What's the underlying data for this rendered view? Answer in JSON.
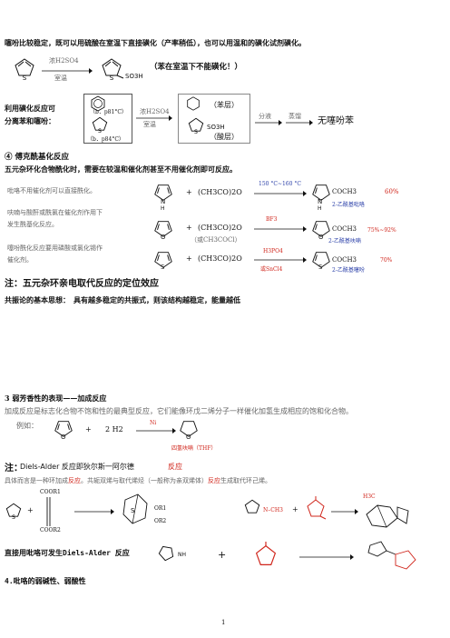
{
  "thiophene": {
    "intro": "噻吩比较稳定，既可以用硫酸在室温下直接磺化（产率稍低），也可以用温和的磺化试剂磺化。",
    "reagent_top": "浓H2SO4",
    "reagent_bottom": "室温",
    "product_label": "SO3H",
    "benzene_note": "（苯在室温下不能磺化！）",
    "sep_title_line1": "利用磺化反应可",
    "sep_title_line2": "分离苯和噻吩：",
    "bp_benzene": "（b．p81°C）",
    "bp_thiophene": "（b．p84°C）",
    "sep_reagent_top": "浓H2SO4",
    "sep_reagent_bottom": "室温",
    "layer_benzene": "（苯层）",
    "layer_acid": "（酸层）",
    "step_separate": "分液",
    "step_distill": "蒸馏",
    "result": "无噻吩苯"
  },
  "friedel_crafts": {
    "heading": "④ 傅克酰基化反应",
    "intro": "五元杂环化合物酰化时，需要在较温和催化剂甚至不用催化剂即可反应。",
    "note1": "吡咯不用催化剂可以直接酰化。",
    "note2_line1": "呋喃与酸酐或酰氯在催化剂作用下",
    "note2_line2": "发生酰基化反应。",
    "note3_line1": "噻吩酰化反应要用磷酸或氯化锡作",
    "note3_line2": "催化剂。",
    "r1_reagent": "(CH3CO)2O",
    "r1_condition": "150 °C~160 °C",
    "r1_product": "COCH3",
    "r1_yield": "60%",
    "r1_name": "2-乙酰基吡咯",
    "r2_reagent": "(CH3CO)2O",
    "r2_alt": "（或CH3COCl）",
    "r2_condition": "BF3",
    "r2_product": "COCH3",
    "r2_yield": "75%~92%",
    "r2_name": "2-乙酰基呋喃",
    "r3_reagent": "(CH3CO)2O",
    "r3_condition_top": "H3PO4",
    "r3_condition_bottom": "或SnCl4",
    "r3_product": "COCH3",
    "r3_yield": "70%",
    "r3_name": "2-乙酰基噻吩",
    "nh": "N",
    "h": "H",
    "o": "O",
    "s": "S"
  },
  "notes": {
    "positioning": "注：五元杂环亲电取代反应的定位效应",
    "resonance": "共振论的基本思想：　具有越多稳定的共振式，则该结构越稳定，能量越低"
  },
  "addition": {
    "heading": "3 弱芳香性的表现——加成反应",
    "intro": "加成反应是标志化合物不饱和性的最典型反应，它们能像环戊二烯分子一样催化加氢生成相应的饱和化合物。",
    "example": "例如：",
    "plus": "+",
    "h2": "2 H2",
    "catalyst": "Ni",
    "product": "四氢呋喃（THF）"
  },
  "diels_alder": {
    "note_prefix": "注：",
    "note_title": "Diels-Alder 反应即狄尔斯一阿尔德",
    "note_red": "反应",
    "desc_a": "具体而言是一种环加成",
    "desc_b": "反应",
    "desc_c": "。共轭双烯与取代烯烃（一般称为亲双烯体）",
    "desc_d": "反应",
    "desc_e": "生成取代环己烯。",
    "coor1": "COOR1",
    "coor2": "COOR2",
    "or1": "OR1",
    "or2": "OR2",
    "ch3": "CH3",
    "h3c": "H3C",
    "pyrrole_da": "直接用吡咯可发生Diels-Alder 反应",
    "nh_label": "NH"
  },
  "section4": {
    "heading": "4.吡咯的弱碱性、弱酸性"
  },
  "page_number": "1",
  "colors": {
    "red": "#d0241a",
    "blue": "#2a3fa8"
  }
}
